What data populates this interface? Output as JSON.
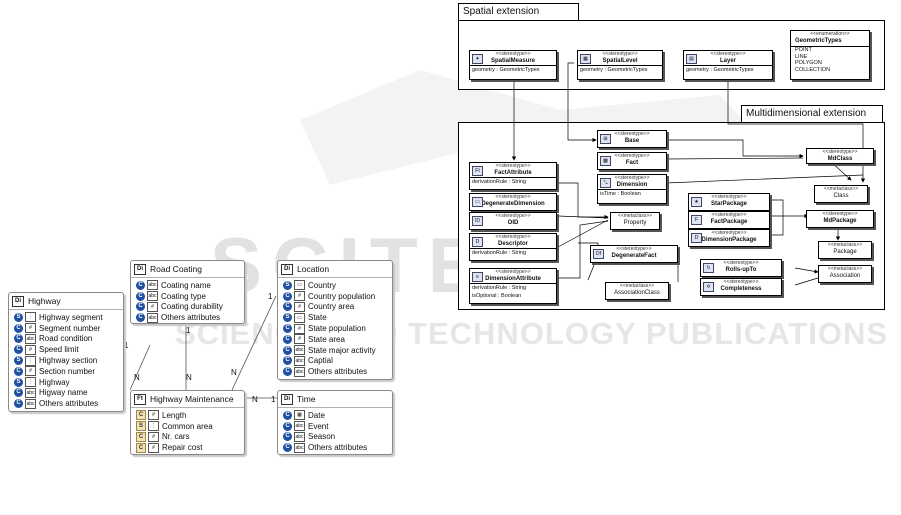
{
  "watermark": {
    "line1": "SCITEPRESS",
    "line2": "SCIENCE AND TECHNOLOGY PUBLICATIONS"
  },
  "left_model": {
    "highway": {
      "badge": "Di",
      "title": "Highway",
      "rows": [
        {
          "icon": "S",
          "type": "⋮",
          "label": "Highway segment"
        },
        {
          "icon": "C",
          "type": "#",
          "label": "Segment number"
        },
        {
          "icon": "C",
          "type": "abc",
          "label": "Road condition"
        },
        {
          "icon": "C",
          "type": "#",
          "label": "Speed limit"
        },
        {
          "icon": "S",
          "type": "⋮",
          "label": "Highway section"
        },
        {
          "icon": "C",
          "type": "#",
          "label": "Section number"
        },
        {
          "icon": "S",
          "type": "⋮",
          "label": "Highway"
        },
        {
          "icon": "C",
          "type": "abc",
          "label": "Higway name"
        },
        {
          "icon": "C",
          "type": "abc",
          "label": "Others attributes"
        }
      ]
    },
    "road_coating": {
      "badge": "Di",
      "title": "Road Coating",
      "rows": [
        {
          "icon": "C",
          "type": "abc",
          "label": "Coating name"
        },
        {
          "icon": "C",
          "type": "abc",
          "label": "Coating type"
        },
        {
          "icon": "C",
          "type": "#",
          "label": "Coating durability"
        },
        {
          "icon": "C",
          "type": "abc",
          "label": "Others attributes"
        }
      ]
    },
    "location": {
      "badge": "Di",
      "title": "Location",
      "rows": [
        {
          "icon": "S",
          "type": "▭",
          "label": "Country"
        },
        {
          "icon": "C",
          "type": "#",
          "label": "Country population"
        },
        {
          "icon": "C",
          "type": "#",
          "label": "Country area"
        },
        {
          "icon": "S",
          "type": "▭",
          "label": "State"
        },
        {
          "icon": "C",
          "type": "#",
          "label": "State population"
        },
        {
          "icon": "C",
          "type": "#",
          "label": "State area"
        },
        {
          "icon": "C",
          "type": "abc",
          "label": "State major activity"
        },
        {
          "icon": "C",
          "type": "abc",
          "label": "Captial"
        },
        {
          "icon": "C",
          "type": "abc",
          "label": "Others attributes"
        }
      ]
    },
    "maintenance": {
      "badge": "Ft",
      "title": "Highway Maintenance",
      "rows": [
        {
          "icon": "C",
          "type": "#",
          "label": "Length",
          "measure": true
        },
        {
          "icon": "S",
          "type": "⋮",
          "label": "Common area",
          "measure": true
        },
        {
          "icon": "C",
          "type": "#",
          "label": "Nr. cars",
          "measure": true
        },
        {
          "icon": "C",
          "type": "#",
          "label": "Repair cost",
          "measure": true
        }
      ]
    },
    "time": {
      "badge": "Di",
      "title": "Time",
      "rows": [
        {
          "icon": "C",
          "type": "▦",
          "label": "Date"
        },
        {
          "icon": "C",
          "type": "abc",
          "label": "Event"
        },
        {
          "icon": "C",
          "type": "abc",
          "label": "Season"
        },
        {
          "icon": "C",
          "type": "abc",
          "label": "Others attributes"
        }
      ]
    },
    "multiplicities": {
      "one": "1",
      "n": "N"
    }
  },
  "profile": {
    "spatial_pkg": "Spatial extension",
    "multi_pkg": "Multidimensional extension",
    "stereotype": "<<stereotype>>",
    "metaclass": "<<metaclass>>",
    "enumeration": "<<enumeration>>",
    "spatial_measure": {
      "name": "SpatialMeasure",
      "attr": "geometry : GeometricTypes"
    },
    "spatial_level": {
      "name": "SpatialLevel",
      "attr": "geometry : GeometricTypes"
    },
    "layer": {
      "name": "Layer",
      "attr": "geometry : GeometricTypes"
    },
    "geometric_types": {
      "name": "GeometricTypes",
      "literals": [
        "POINT",
        "LINE",
        "POLYGON",
        "COLLECTION"
      ]
    },
    "base": "Base",
    "fact": "Fact",
    "dimension": {
      "name": "Dimension",
      "attr": "isTime : Boolean"
    },
    "md_class": "MdClass",
    "class": "Class",
    "fact_attribute": {
      "name": "FactAttribute",
      "attr": "derivationRule : String"
    },
    "degenerate_dimension": "DegenerateDimension",
    "oid": "OID",
    "property": "Property",
    "descriptor": {
      "name": "Descriptor",
      "attr": "derivationRule : String"
    },
    "degenerate_fact": "DegenerateFact",
    "association_class": "AssociationClass",
    "dimension_attribute": {
      "name": "DimensionAttribute",
      "attrs": [
        "derivationRule : String",
        "isOptional : Boolean"
      ]
    },
    "star_package": "StarPackage",
    "fact_package": "FactPackage",
    "dimension_package": "DimensionPackage",
    "md_package": "MdPackage",
    "package": "Package",
    "rolls_up_to": "Rolls-upTo",
    "completeness": "Completeness",
    "association": "Association"
  }
}
